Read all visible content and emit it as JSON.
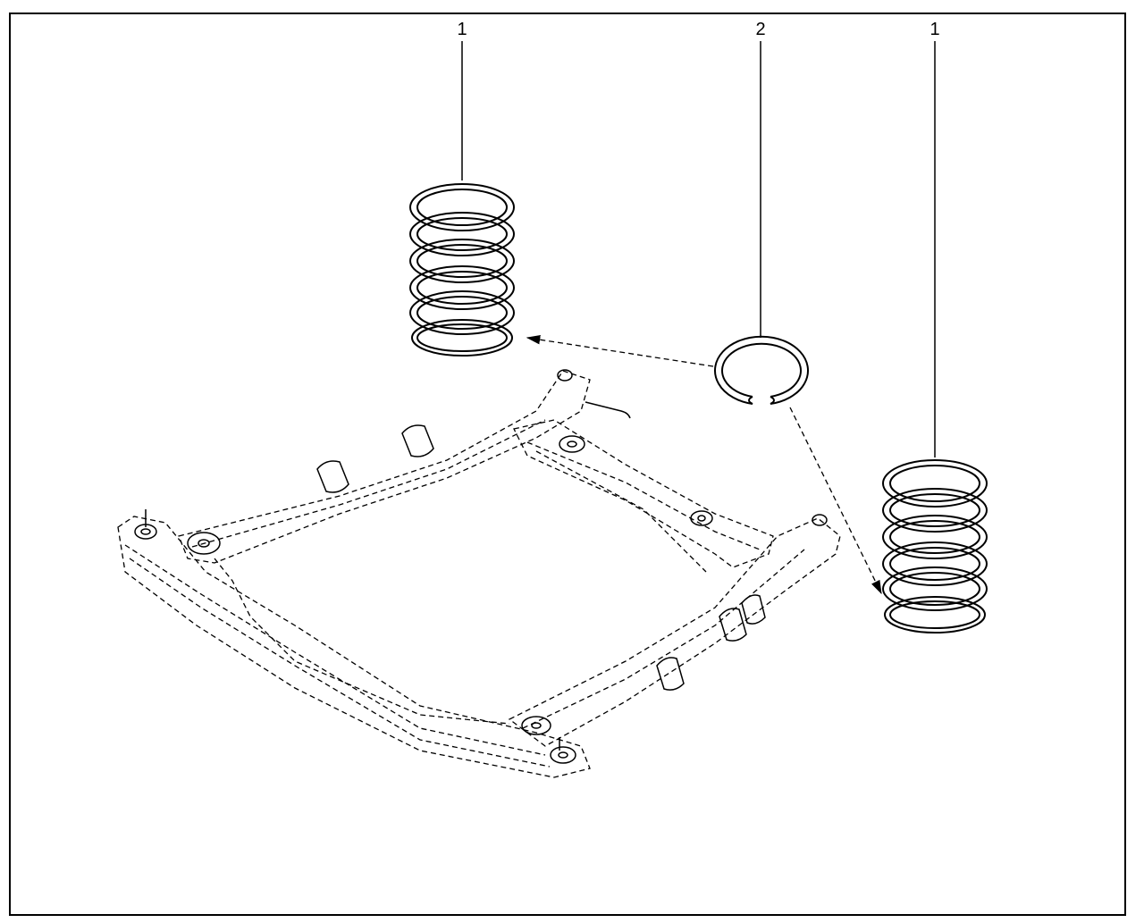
{
  "callouts": [
    {
      "label": "1",
      "part": "spring-left"
    },
    {
      "label": "2",
      "part": "insulator-ring"
    },
    {
      "label": "1",
      "part": "spring-right"
    }
  ],
  "colors": {
    "line": "#000000",
    "background": "#ffffff"
  }
}
